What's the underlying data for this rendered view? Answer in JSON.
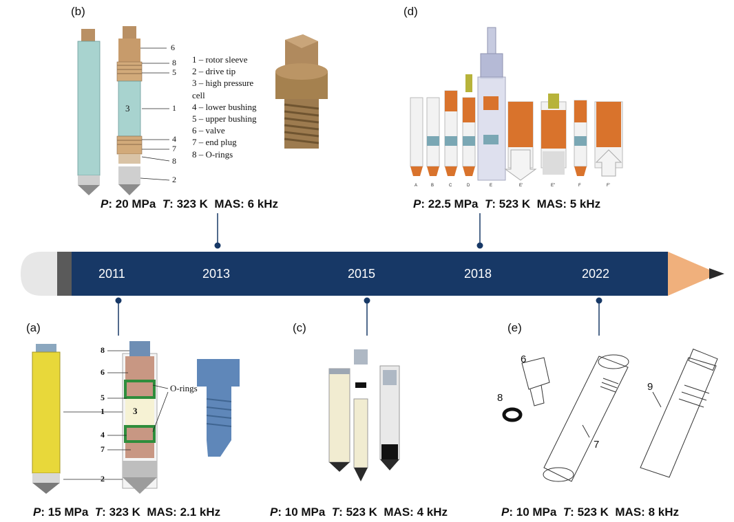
{
  "panels": {
    "a": {
      "label": "(a)",
      "caption": {
        "p": "15 MPa",
        "t": "323 K",
        "mas": "2.1 kHz"
      },
      "callouts": [
        "8",
        "6",
        "5",
        "1",
        "3",
        "4",
        "7",
        "2"
      ],
      "orings_label": "O-rings"
    },
    "b": {
      "label": "(b)",
      "caption": {
        "p": "20 MPa",
        "t": "323 K",
        "mas": "6 kHz"
      },
      "callouts": [
        "6",
        "8",
        "5",
        "3",
        "1",
        "4",
        "7",
        "8",
        "2"
      ],
      "legend": [
        "1 – rotor sleeve",
        "2 – drive tip",
        "3 – high pressure",
        "cell",
        "4 – lower bushing",
        "5 – upper bushing",
        "6 – valve",
        "7 – end plug",
        "8 – O-rings"
      ]
    },
    "c": {
      "label": "(c)",
      "caption": {
        "p": "10 MPa",
        "t": "523 K",
        "mas": "4 kHz"
      }
    },
    "d": {
      "label": "(d)",
      "caption": {
        "p": "22.5 MPa",
        "t": "523 K",
        "mas": "5 kHz"
      },
      "letters": [
        "A",
        "B",
        "C",
        "D",
        "E",
        "E'",
        "E''",
        "F",
        "F'"
      ]
    },
    "e": {
      "label": "(e)",
      "caption": {
        "p": "10 MPa",
        "t": "523 K",
        "mas": "8 kHz"
      },
      "callouts": [
        "6",
        "8",
        "7",
        "9"
      ]
    }
  },
  "caption_keys": {
    "p": "P",
    "t": "T",
    "mas": "MAS"
  },
  "timeline": {
    "years": [
      "2011",
      "2013",
      "2015",
      "2018",
      "2022"
    ]
  },
  "colors": {
    "timeline": "#173866",
    "pencil_wood": "#f0b07c",
    "rotor_yellow": "#e5d634",
    "copper": "#d9732c"
  }
}
